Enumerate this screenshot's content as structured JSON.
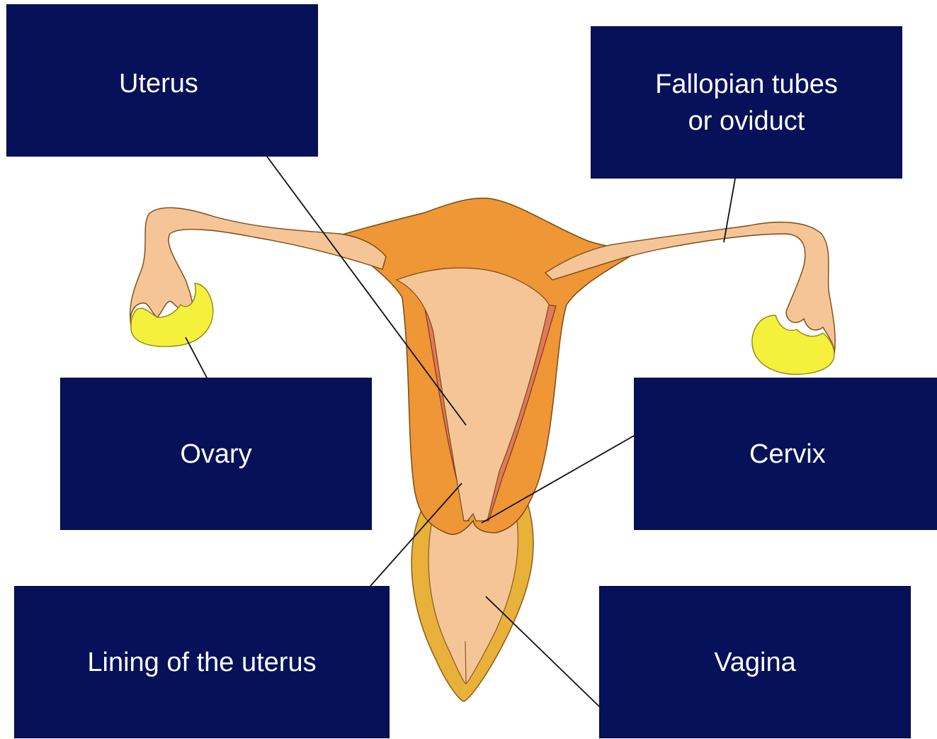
{
  "labels": {
    "uterus": "Uterus",
    "fallopian_line1": "Fallopian tubes",
    "fallopian_line2": "or oviduct",
    "ovary": "Ovary",
    "cervix": "Cervix",
    "lining": "Lining of the uterus",
    "vagina": "Vagina"
  },
  "colors": {
    "label_box": "#06115a",
    "label_text": "#ffffff",
    "tissue_light": "#f6c597",
    "muscle_orange": "#ef9636",
    "lining_pink": "#e07a5a",
    "vaginal_wall": "#e8b13a",
    "ovary_yellow": "#f5f03c"
  }
}
